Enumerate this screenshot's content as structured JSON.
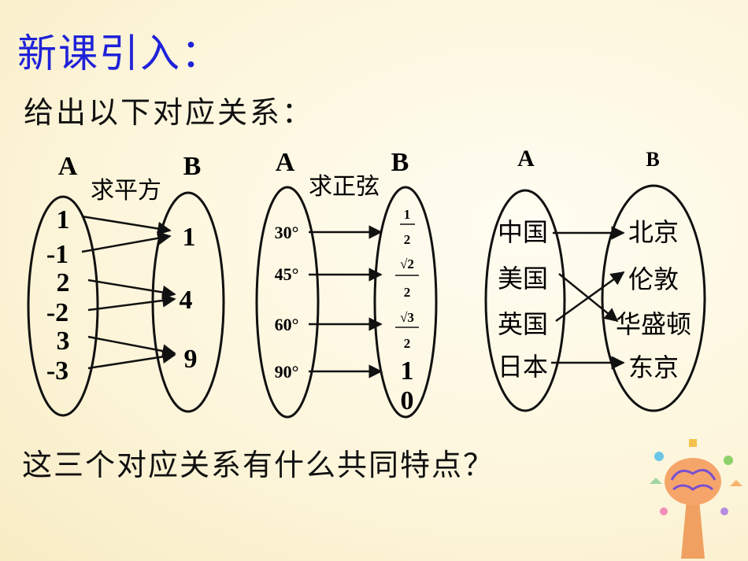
{
  "title": "新课引入：",
  "intro": "给出以下对应关系：",
  "question": "这三个对应关系有什么共同特点？",
  "mapping1": {
    "set_a_label": "A",
    "set_b_label": "B",
    "rule": "求平方",
    "domain": [
      "1",
      "-1",
      "2",
      "-2",
      "3",
      "-3"
    ],
    "codomain": [
      "1",
      "4",
      "9"
    ]
  },
  "mapping2": {
    "set_a_label": "A",
    "set_b_label": "B",
    "rule": "求正弦",
    "domain": [
      "30°",
      "45°",
      "60°",
      "90°"
    ],
    "codomain": [
      {
        "num": "1",
        "den": "2"
      },
      {
        "num": "√2",
        "den": "2"
      },
      {
        "num": "√3",
        "den": "2"
      },
      "1",
      "0"
    ]
  },
  "mapping3": {
    "set_a_label": "A",
    "set_b_label": "B",
    "domain": [
      "中国",
      "美国",
      "英国",
      "日本"
    ],
    "codomain": [
      "北京",
      "伦敦",
      "华盛顿",
      "东京"
    ]
  }
}
